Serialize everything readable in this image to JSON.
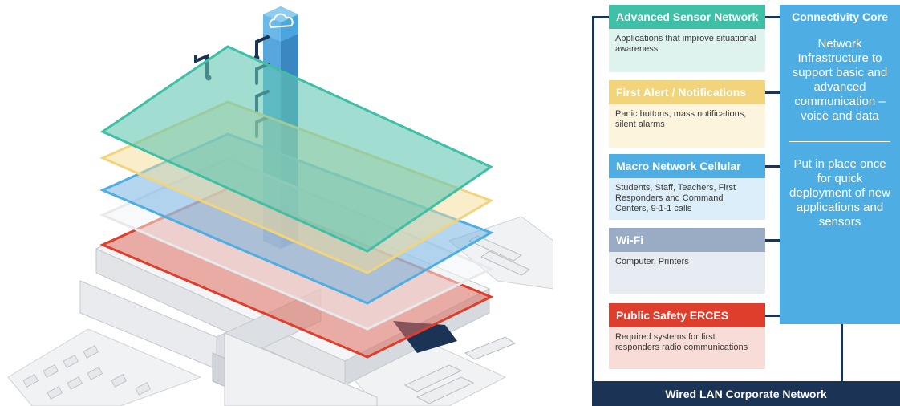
{
  "layers": [
    {
      "header": "Advanced Sensor Network",
      "body": "Applications that improve situational awareness",
      "color": "#3fbfa6",
      "tint": "#dff3ee"
    },
    {
      "header": "First Alert / Notifications",
      "body": "Panic buttons, mass notifications, silent alarms",
      "color": "#f2d47b",
      "tint": "#fcf4dc"
    },
    {
      "header": "Macro Network Cellular",
      "body": "Students, Staff, Teachers, First Responders and Command Centers, 9-1-1 calls",
      "color": "#4eaee4",
      "tint": "#dceef9"
    },
    {
      "header": "Wi-Fi",
      "body": "Computer, Printers",
      "color": "#99acc3",
      "tint": "#e7ecf2"
    },
    {
      "header": "Public Safety ERCES",
      "body": "Required systems for first responders radio communications",
      "color": "#de3e2b",
      "tint": "#f8dcd7"
    }
  ],
  "core": {
    "title": "Connectivity Core",
    "text1": "Network Infrastructure to support basic and advanced communication – voice and data",
    "text2": "Put in place once for quick deployment of new applications and sensors",
    "color": "#4eaee4"
  },
  "footer": {
    "label": "Wired LAN Corporate Network",
    "color": "#1b3355"
  },
  "icons": {
    "cloud": "cloud-icon"
  }
}
